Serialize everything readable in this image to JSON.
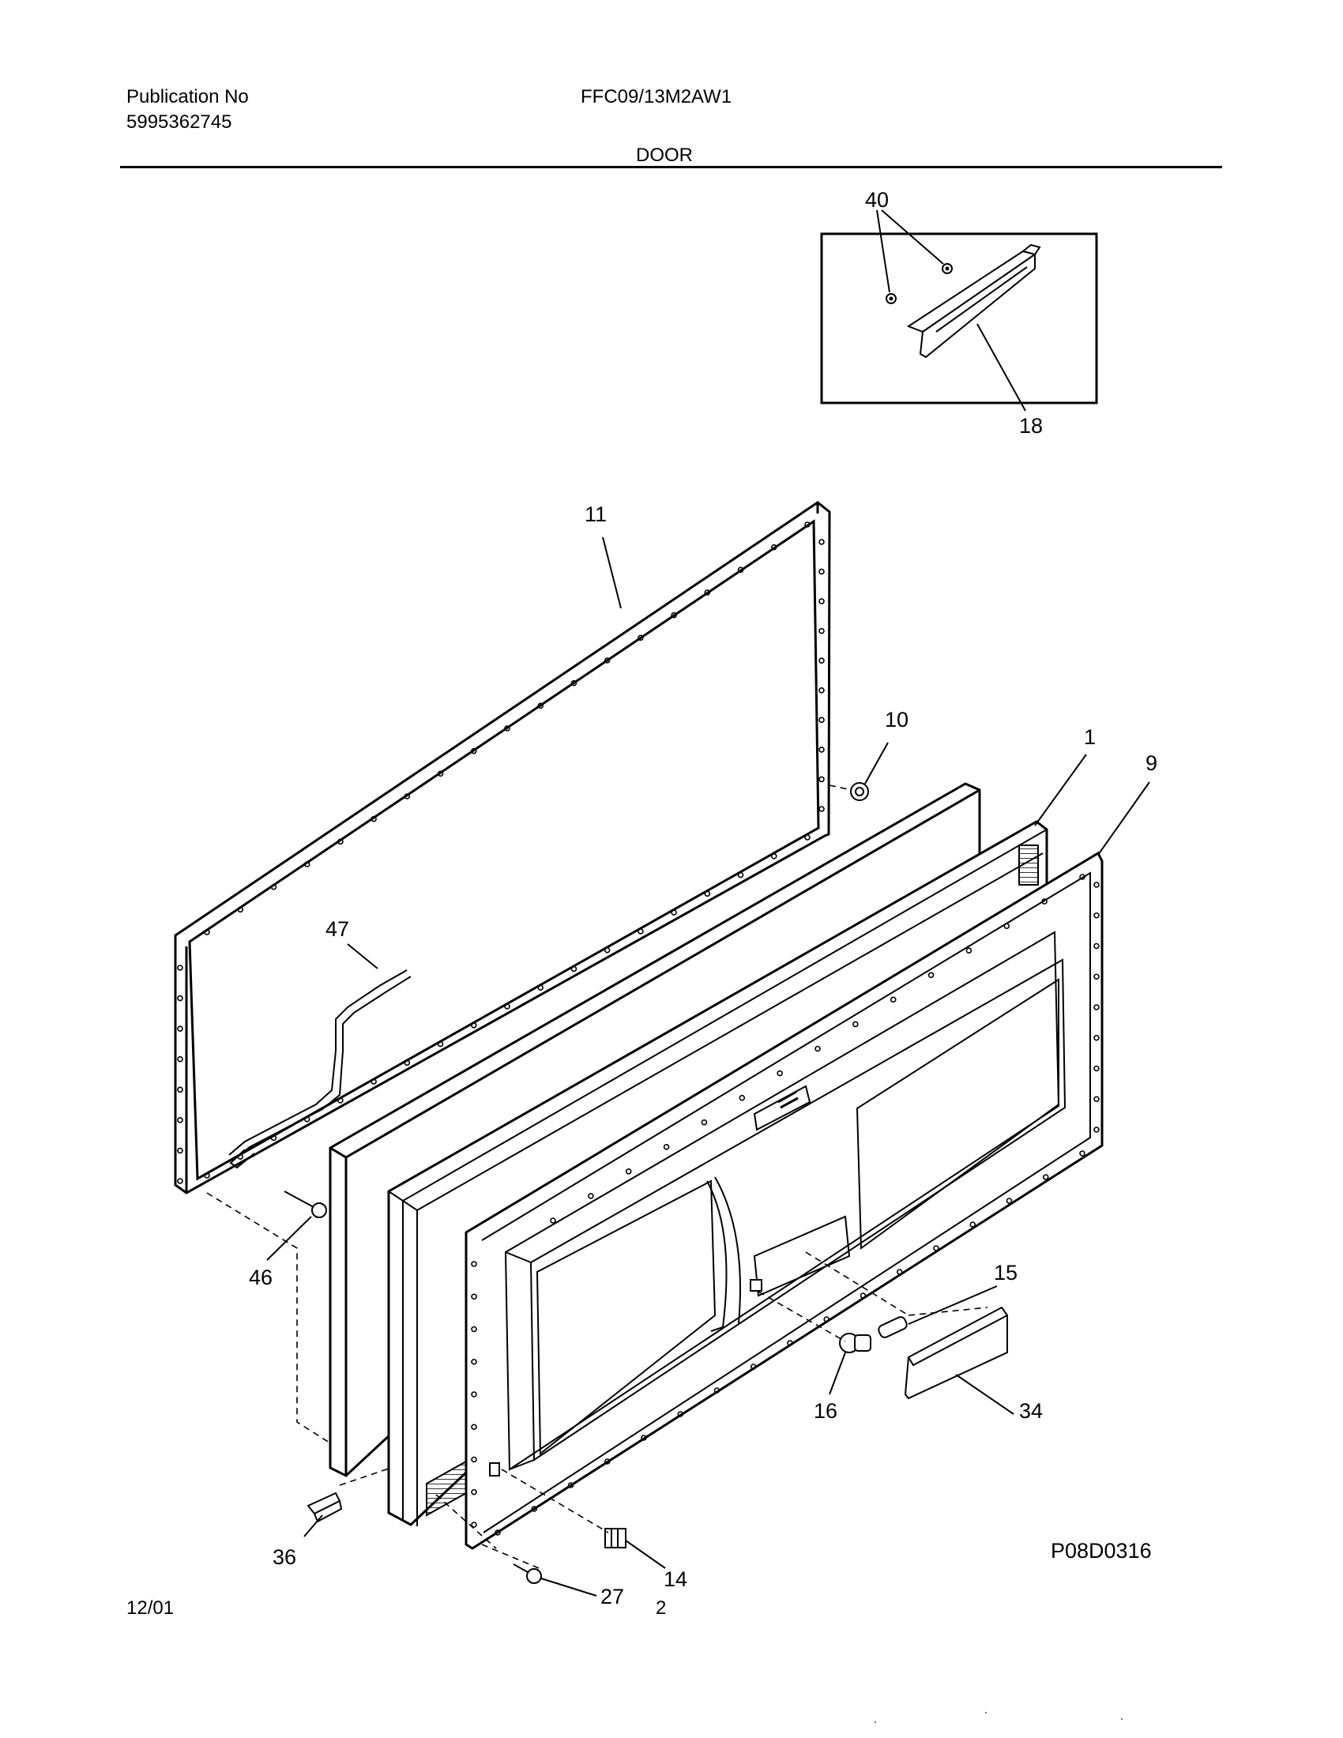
{
  "header": {
    "publication_label": "Publication No",
    "publication_number": "5995362745",
    "model": "FFC09/13M2AW1",
    "section_title": "DOOR"
  },
  "callouts": {
    "c1": "1",
    "c9": "9",
    "c10": "10",
    "c11": "11",
    "c14": "14",
    "c15": "15",
    "c16": "16",
    "c18": "18",
    "c27": "27",
    "c34": "34",
    "c36": "36",
    "c40": "40",
    "c46": "46",
    "c47": "47"
  },
  "footer": {
    "figure_code": "P08D0316",
    "date": "12/01",
    "page": "2"
  }
}
